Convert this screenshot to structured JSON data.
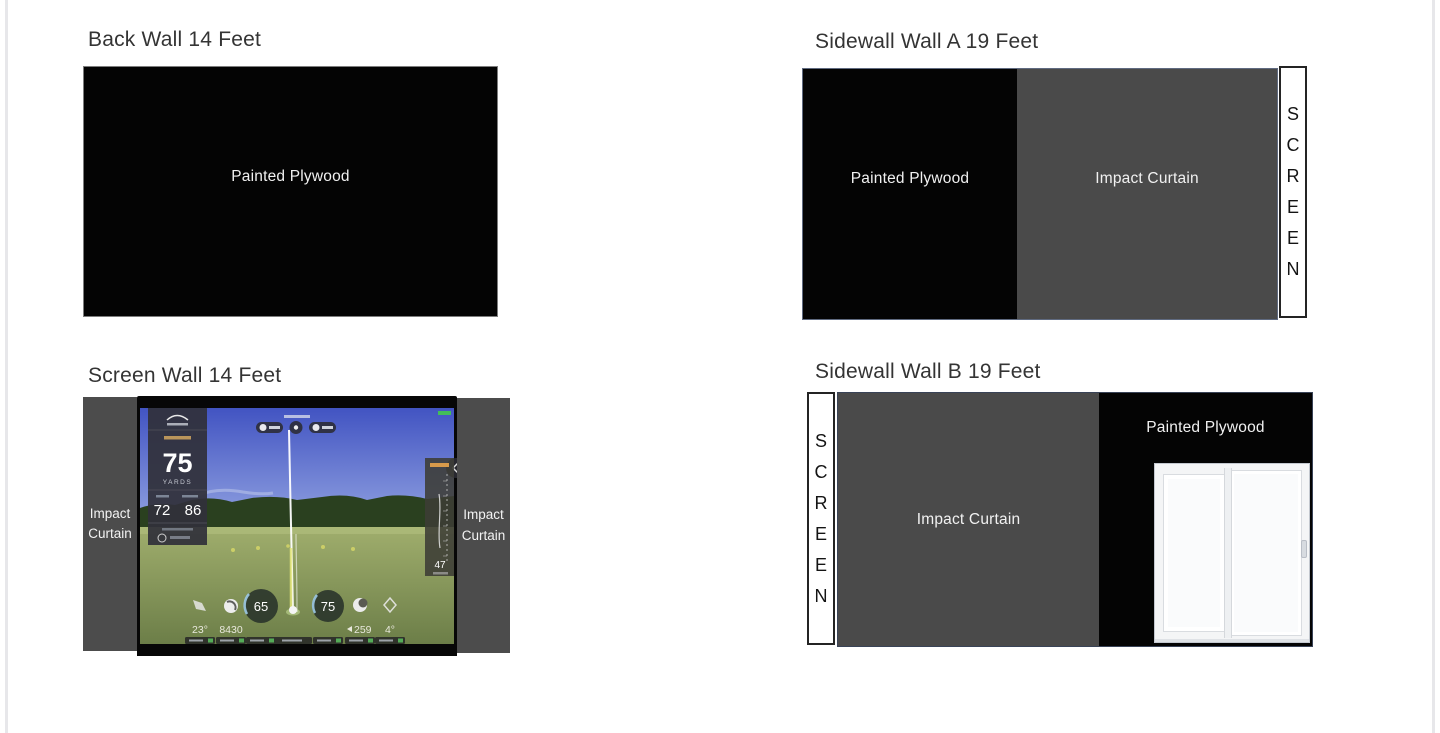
{
  "panels": {
    "back_wall": {
      "title": "Back Wall 14 Feet",
      "plywood_label": "Painted Plywood"
    },
    "sidewall_a": {
      "title": "Sidewall Wall A 19 Feet",
      "plywood_label": "Painted Plywood",
      "curtain_label": "Impact Curtain",
      "screen_letters": [
        "S",
        "C",
        "R",
        "E",
        "E",
        "N"
      ]
    },
    "screen_wall": {
      "title": "Screen Wall 14 Feet",
      "left_curtain_lines": [
        "Impact",
        "Curtain"
      ],
      "right_curtain_lines": [
        "Impact",
        "Curtain"
      ]
    },
    "sidewall_b": {
      "title": "Sidewall Wall B 19 Feet",
      "curtain_label": "Impact Curtain",
      "plywood_label": "Painted Plywood",
      "screen_letters": [
        "S",
        "C",
        "R",
        "E",
        "E",
        "N"
      ]
    }
  },
  "simulator": {
    "left_panel": {
      "big_value": "75",
      "unit": "YARDS",
      "value_a": "72",
      "value_b": "86"
    },
    "dial_left": "65",
    "dial_right": "75",
    "stat_angle_left": "23°",
    "stat_spin": "8430",
    "stat_speed": "259",
    "stat_angle_right": "4°",
    "right_panel_value": "47"
  },
  "colors": {
    "plywood_black": "#040404",
    "curtain_gray": "#4a4a4a",
    "screen_strip": "#ffffff",
    "title_text": "#343434",
    "label_text": "#f1f1f1"
  }
}
